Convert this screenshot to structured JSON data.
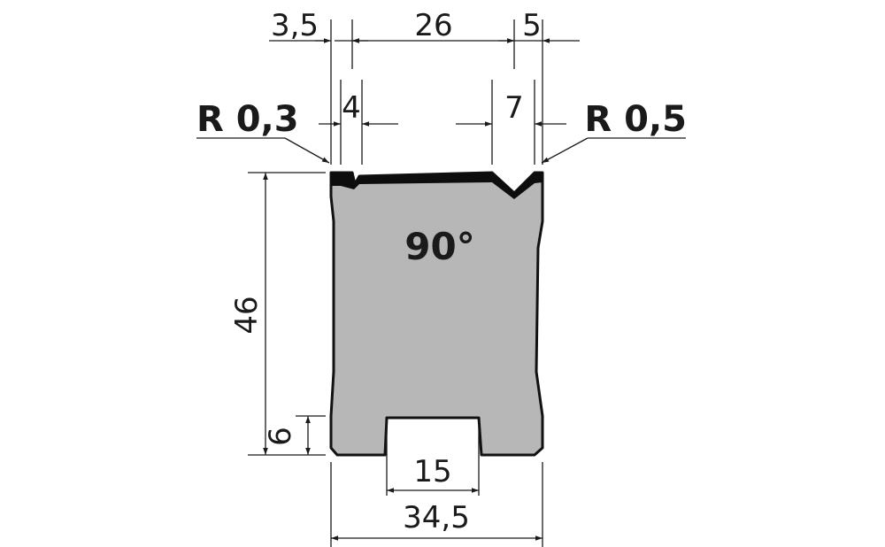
{
  "die": {
    "angle_label": "90°",
    "body_fill": "#b7b7b7",
    "outline_color": "#111111",
    "insert_color": "#0d0d0d"
  },
  "dimensions": {
    "top_left_offset": "3,5",
    "top_span": "26",
    "top_right_offset": "5",
    "left_vee_opening": "4",
    "right_vee_opening": "7",
    "left_radius": "R 0,3",
    "right_radius": "R 0,5",
    "height": "46",
    "slot_height": "6",
    "slot_width": "15",
    "total_width": "34,5"
  }
}
